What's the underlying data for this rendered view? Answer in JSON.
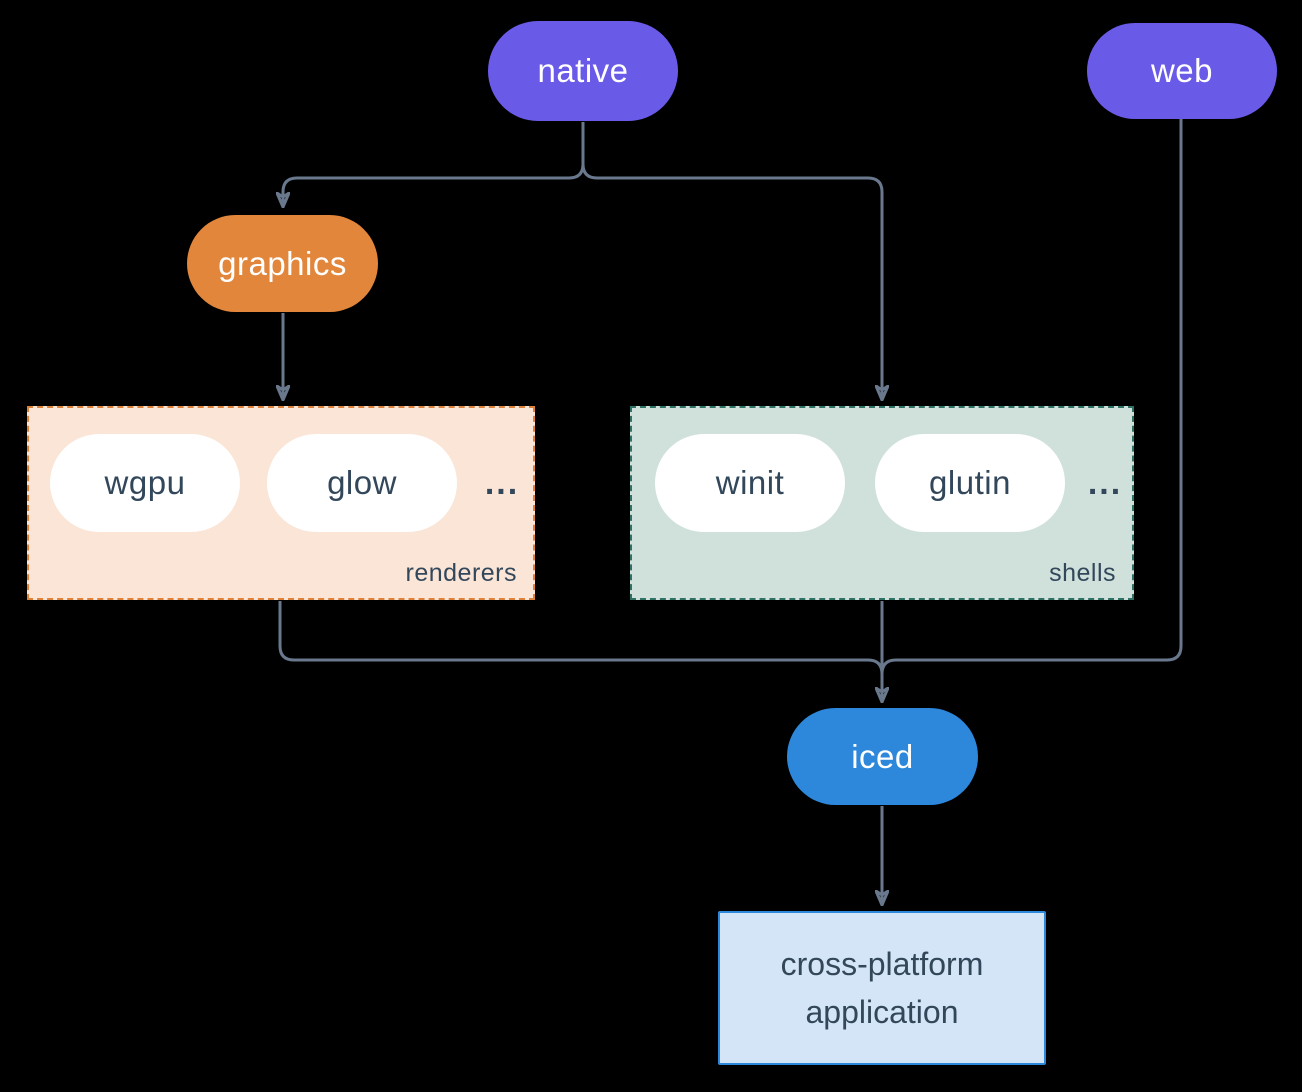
{
  "diagram": {
    "nodes": {
      "native": "native",
      "web": "web",
      "graphics": "graphics",
      "iced": "iced",
      "application": "cross-platform application"
    },
    "groups": {
      "renderers": {
        "label": "renderers",
        "items": [
          "wgpu",
          "glow"
        ],
        "more": "..."
      },
      "shells": {
        "label": "shells",
        "items": [
          "winit",
          "glutin"
        ],
        "more": "..."
      }
    },
    "edges": [
      {
        "from": "native",
        "to": "graphics"
      },
      {
        "from": "native",
        "to": "shells"
      },
      {
        "from": "graphics",
        "to": "renderers"
      },
      {
        "from": "renderers",
        "to": "iced"
      },
      {
        "from": "shells",
        "to": "iced"
      },
      {
        "from": "web",
        "to": "iced"
      },
      {
        "from": "iced",
        "to": "application"
      }
    ],
    "colors": {
      "background": "#000000",
      "node_purple": "#6A5AE8",
      "node_orange": "#E2863B",
      "node_blue": "#2D87DB",
      "renderers_bg": "#FAE5D7",
      "renderers_border": "#E0813A",
      "shells_bg": "#D0E1DB",
      "shells_border": "#2F7265",
      "app_bg": "#D4E5F7",
      "app_border": "#2D87DB",
      "edge": "#69788C",
      "dark_text": "#33475B",
      "light_text": "#FFFFFF"
    }
  }
}
